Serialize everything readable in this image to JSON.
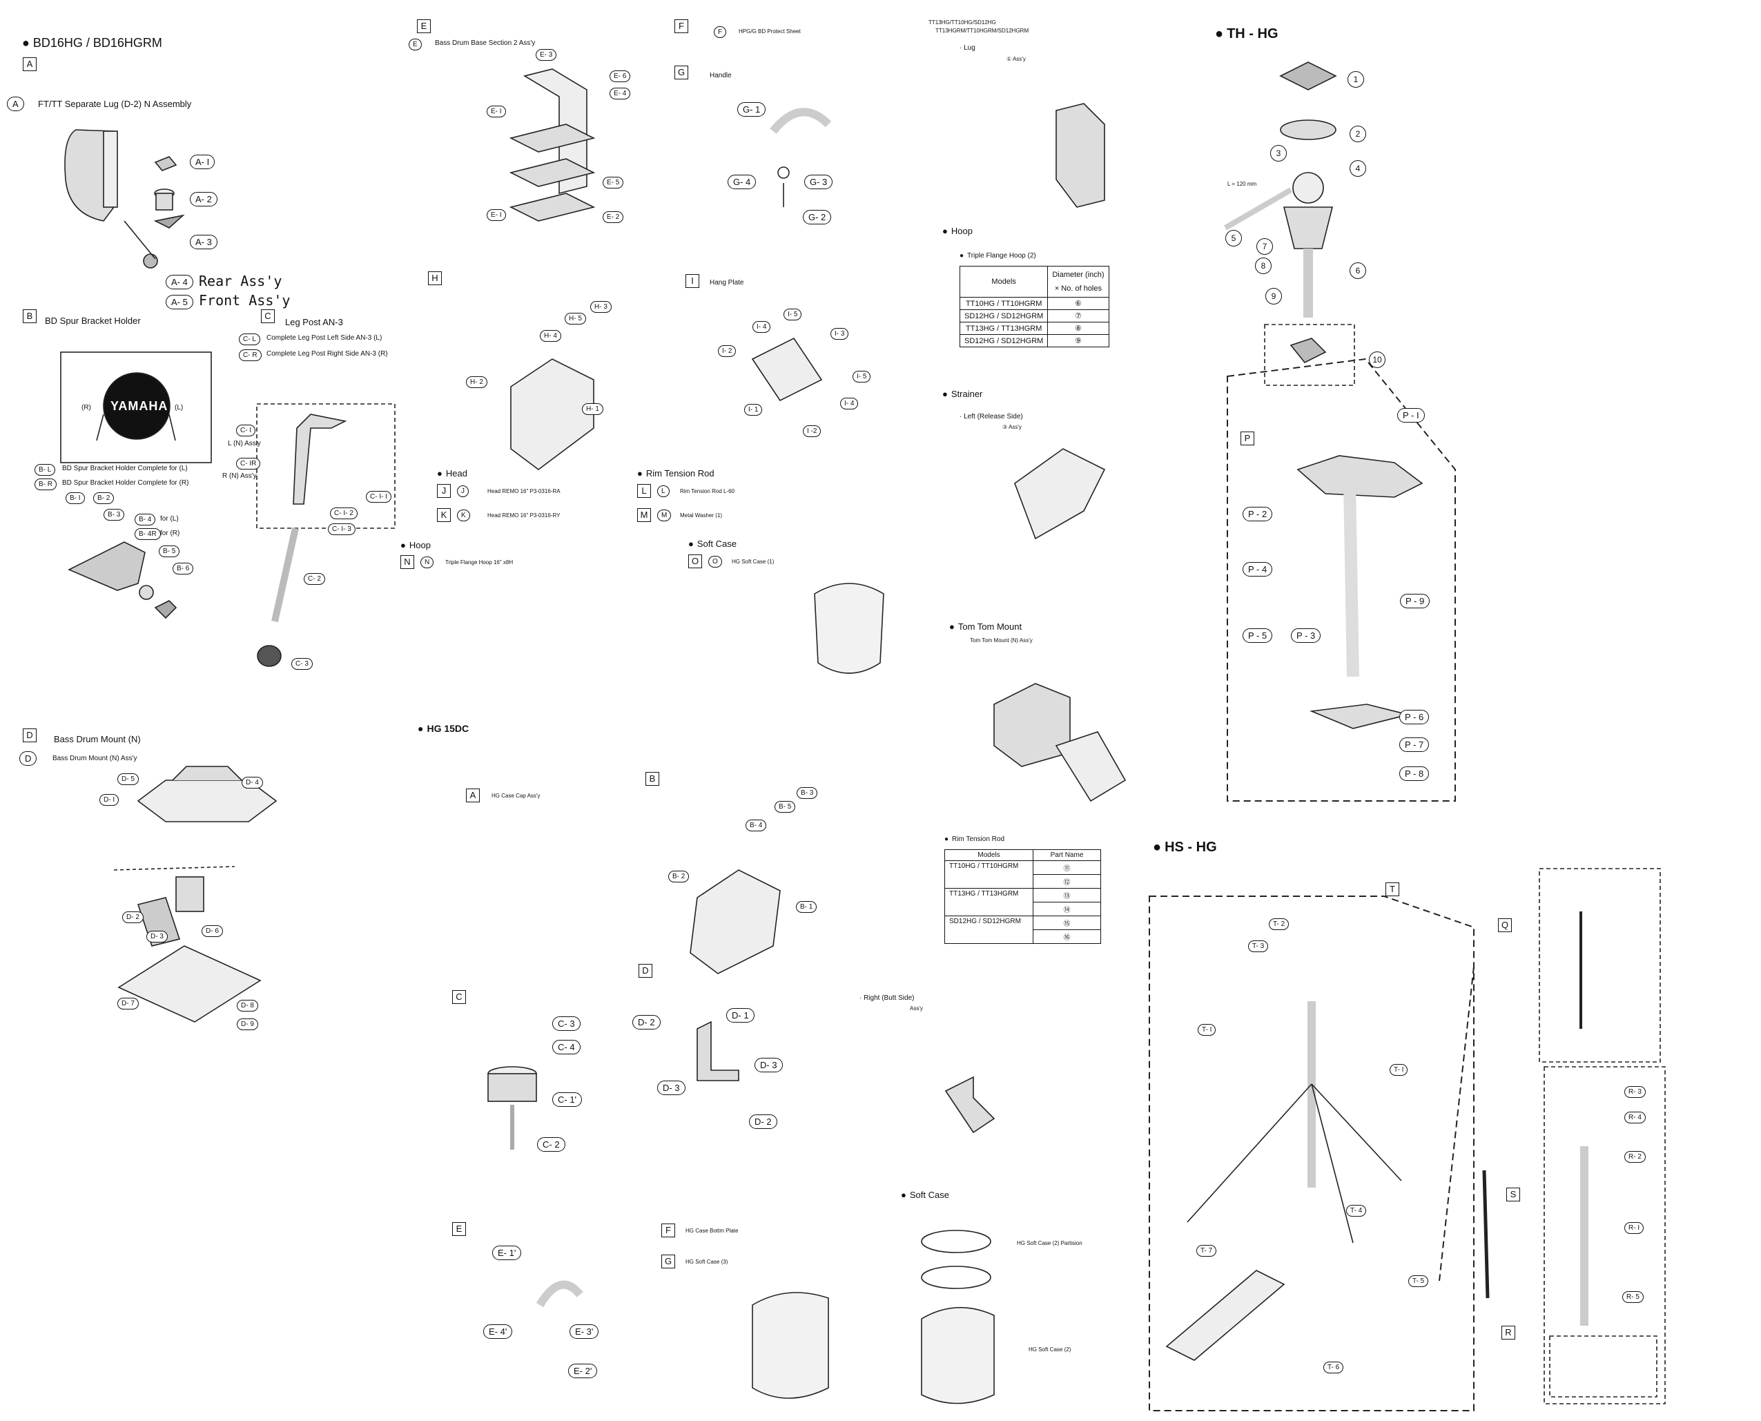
{
  "sec1": {
    "title": "BD16HG / BD16HGRM",
    "A": {
      "box": "A",
      "code": "A",
      "title": "FT/TT Separate Lug (D-2) N Assembly",
      "parts": [
        "A- I",
        "A- 2",
        "A- 3",
        "A- 4",
        "A- 5"
      ],
      "rear": "Rear Ass'y",
      "front": "Front Ass'y"
    },
    "B": {
      "box": "B",
      "title": "BD Spur Bracket Holder",
      "logo": "YAMAHA",
      "left": "(L)",
      "right": "(R)",
      "bl": "B- L",
      "bl_text": "BD Spur Bracket Holder Complete for (L)",
      "br": "B- R",
      "br_text": "BD Spur Bracket Holder Complete for (R)",
      "parts": [
        "B- I",
        "B- 2",
        "B- 3",
        "B- 4",
        "B- 4R",
        "B- 5",
        "B- 6"
      ],
      "b4_for": "for (L)",
      "b4r_for": "for (R)"
    },
    "C": {
      "box": "C",
      "title": "Leg Post AN-3",
      "cl": "C- L",
      "cl_text": "Complete Leg Post Left Side AN-3 (L)",
      "cr": "C- R",
      "cr_text": "Complete Leg Post Right Side AN-3 (R)",
      "parts": [
        "C- I",
        "C- IR",
        "C- I- I",
        "C- I- 2",
        "C- I- 3",
        "C- 2",
        "C- 3"
      ],
      "l_assy": "L (N) Ass'y",
      "r_assy": "R (N) Ass'y"
    },
    "D": {
      "box": "D",
      "title": "Bass Drum Mount (N)",
      "code": "D",
      "assy": "Bass Drum Mount (N) Ass'y",
      "parts": [
        "D- 5",
        "D- 4",
        "D- I",
        "D- 2",
        "D- 3",
        "D- 6",
        "D- 7",
        "D- 8",
        "D- 9"
      ]
    }
  },
  "sec2": {
    "E": {
      "box": "E",
      "code": "E",
      "title": "Bass Drum Base Section 2 Ass'y",
      "parts": [
        "E- 3",
        "E- 6",
        "E- 4",
        "E- I",
        "E- 5",
        "E- I",
        "E- 2"
      ]
    },
    "F": {
      "box": "F",
      "code": "F",
      "title": "HPG/G BD Protect Sheet"
    },
    "G": {
      "box": "G",
      "title": "Handle",
      "parts": [
        "G- 1",
        "G- 4",
        "G- 3",
        "G- 2"
      ]
    },
    "H": {
      "box": "H",
      "parts": [
        "H- 3",
        "H- 5",
        "H- 4",
        "H- 2",
        "H- 1"
      ]
    },
    "I": {
      "box": "I",
      "title": "Hang Plate",
      "parts": [
        "I- 5",
        "I- 4",
        "I- 3",
        "I- 2",
        "I- 5",
        "I- 1",
        "I- 4",
        "I -2"
      ]
    },
    "head": {
      "title": "Head",
      "J": "J",
      "J_text": "Head REMO 16\" P3-0316-RA",
      "K": "K",
      "K_text": "Head REMO 16\" P3-0316-RY"
    },
    "rim": {
      "title": "Rim Tension Rod",
      "L": "L",
      "L_text": "Rim Tension Rod L-60",
      "M": "M",
      "M_text": "Metal Washer (1)"
    },
    "hoop": {
      "title": "Hoop",
      "N": "N",
      "N_text": "Triple Flange Hoop 16\" x8H"
    },
    "softcase": {
      "title": "Soft Case",
      "O": "O",
      "O_text": "HG Soft Case (1)"
    }
  },
  "hg15": {
    "title": "HG 15DC",
    "A": {
      "box": "A",
      "text": "HG Case Cap Ass'y"
    },
    "B": {
      "box": "B",
      "parts": [
        "B- 3",
        "B- 5",
        "B- 4",
        "B- 2",
        "B- 1"
      ]
    },
    "C": {
      "box": "C",
      "parts": [
        "C- 3",
        "C- 4",
        "C- 1'",
        "C- 2"
      ]
    },
    "D": {
      "box": "D",
      "parts": [
        "D- 2",
        "D- 1",
        "D- 3",
        "D- 3",
        "D- 2"
      ]
    },
    "E": {
      "box": "E",
      "parts": [
        "E- 1'",
        "E- 4'",
        "E- 3'",
        "E- 2'"
      ]
    },
    "F": {
      "box": "F",
      "text": "HG Case Bottm Plate"
    },
    "G": {
      "box": "G",
      "text": "HG Soft Case (3)"
    }
  },
  "sec3": {
    "models_line1": "TT13HG/TT10HG/SD12HG",
    "models_line2": "TT13HGRM/TT10HGRM/SD12HGRM",
    "lug": "· Lug",
    "lug_assy": "① Ass'y",
    "hoop": "Hoop",
    "tfh": "Triple Flange Hoop (2)",
    "hoop_table": {
      "h1": "Models",
      "h2a": "Diameter (inch)",
      "h2b": "× No. of holes",
      "rows": [
        [
          "TT10HG / TT10HGRM",
          "⑥"
        ],
        [
          "SD12HG / SD12HGRM",
          "⑦"
        ],
        [
          "TT13HG / TT13HGRM",
          "⑧"
        ],
        [
          "SD12HG / SD12HGRM",
          "⑨"
        ]
      ]
    },
    "strainer": "Strainer",
    "left_release": "· Left (Release Side)",
    "left_assy": "③ Ass'y",
    "tom_mount": "Tom Tom Mount",
    "tom_assy": "Tom Tom Mount (N) Ass'y",
    "rim": "Rim Tension Rod",
    "rim_table": {
      "h1": "Models",
      "h2": "Part Name",
      "rows": [
        [
          "TT10HG / TT10HGRM",
          "⑪",
          "⑫"
        ],
        [
          "TT13HG / TT13HGRM",
          "⑬",
          "⑭"
        ],
        [
          "SD12HG / SD12HGRM",
          "⑮",
          "⑯"
        ]
      ]
    },
    "right_butt": "· Right (Butt Side)",
    "right_assy": "Ass'y",
    "softcase": "Soft Case",
    "sc40": "HG Soft Case (2) Partision",
    "sc41": "HG Soft Case (2)"
  },
  "th": {
    "title": "TH - HG",
    "length": "L = 120 mm",
    "nums": [
      "1",
      "2",
      "3",
      "4",
      "5",
      "6",
      "7",
      "8",
      "9",
      "10"
    ],
    "P": "P",
    "p_parts": [
      "P - I",
      "P - 2",
      "P - 4",
      "P - 5",
      "P - 3",
      "P - 9",
      "P - 6",
      "P - 7",
      "P - 8"
    ]
  },
  "hs": {
    "title": "HS - HG",
    "T": "T",
    "Q": "Q",
    "R": "R",
    "S": "S",
    "t_parts": [
      "T- 2",
      "T- 3",
      "T- I",
      "T- I",
      "T- 4",
      "T- 5",
      "T- 7",
      "T- 6"
    ],
    "r_parts": [
      "R- 3",
      "R- 4",
      "R- 2",
      "R- I",
      "R- 5"
    ]
  }
}
